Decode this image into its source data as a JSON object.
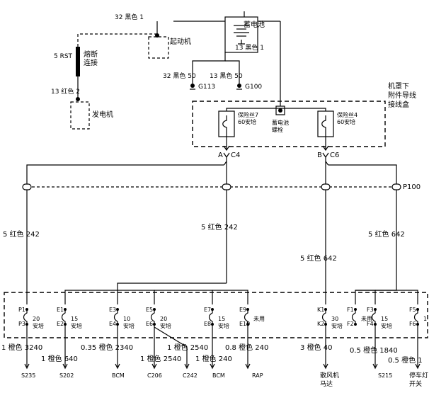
{
  "battery": {
    "title": "蓄电池",
    "top_wire": {
      "gauge": "32",
      "color": "黑色",
      "pin": "1"
    },
    "right_wire": {
      "gauge": "13",
      "color": "黑色",
      "pin": "1"
    }
  },
  "starter": {
    "title": "起动机"
  },
  "fusible_link": {
    "prefix": "5 RST",
    "line1": "熔断",
    "line2": "连接"
  },
  "generator": {
    "title": "发电机",
    "wire": {
      "gauge": "13",
      "color": "红色",
      "pin": "2"
    }
  },
  "grounds": [
    {
      "gauge": "32",
      "color": "黑色",
      "pin": "50",
      "label": "G113"
    },
    {
      "gauge": "13",
      "color": "黑色",
      "pin": "50",
      "label": "G100"
    }
  ],
  "underhood_box": {
    "title_lines": [
      "机罩下",
      "附件导线",
      "接线盒"
    ],
    "stud_lines": [
      "蓄电池",
      "螺栓"
    ],
    "fuse7": {
      "name": "保险丝7",
      "rating": "60安培"
    },
    "fuse4": {
      "name": "保险丝4",
      "rating": "60安培"
    }
  },
  "connectors": {
    "c4_pin": "A",
    "c4": "C4",
    "c6_pin": "B",
    "c6": "C6",
    "p100": "P100"
  },
  "feeds": [
    {
      "gauge": "5",
      "color": "红色",
      "circuit": "242"
    },
    {
      "gauge": "5",
      "color": "红色",
      "circuit": "242"
    },
    {
      "gauge": "5",
      "color": "红色",
      "circuit": "642"
    },
    {
      "gauge": "5",
      "color": "红色",
      "circuit": "642"
    }
  ],
  "fuse_block": {
    "fuses": [
      {
        "pins": [
          "P1",
          "P3"
        ],
        "rating": "20",
        "unit": "安培"
      },
      {
        "pins": [
          "E1",
          "E2"
        ],
        "rating": "15",
        "unit": "安培"
      },
      {
        "pins": [
          "E3",
          "E4"
        ],
        "rating": "10",
        "unit": "安培"
      },
      {
        "pins": [
          "E5",
          "E6"
        ],
        "rating": "20",
        "unit": "安培"
      },
      {
        "pins": [
          "E7",
          "E8"
        ],
        "rating": "15",
        "unit": "安培"
      },
      {
        "pins": [
          "E9",
          "E10"
        ],
        "rating": "未用",
        "unit": ""
      },
      {
        "pins": [
          "K1",
          "K2"
        ],
        "rating": "30",
        "unit": "安培"
      },
      {
        "pins": [
          "F1",
          "F2"
        ],
        "rating": "未用",
        "unit": ""
      },
      {
        "pins": [
          "F3",
          "F4"
        ],
        "rating": "15",
        "unit": "安培"
      },
      {
        "pins": [
          "F5",
          "F6"
        ],
        "rating": "1",
        "unit": ""
      }
    ]
  },
  "outputs": [
    {
      "gauge": "1",
      "color": "橙色",
      "circuit": "3240",
      "dest": "S235"
    },
    {
      "gauge": "1",
      "color": "橙色",
      "circuit": "640",
      "dest": "S202"
    },
    {
      "gauge": "0.35",
      "color": "橙色",
      "circuit": "2340",
      "dest": "BCM"
    },
    {
      "gauge": "1",
      "color": "橙色",
      "circuit": "2540",
      "dest": "C206"
    },
    {
      "gauge": "1",
      "color": "橙色",
      "circuit": "2540",
      "dest": "C242"
    },
    {
      "gauge": "1",
      "color": "橙色",
      "circuit": "240",
      "dest": "BCM"
    },
    {
      "gauge": "0.8",
      "color": "橙色",
      "circuit": "240",
      "dest": "RAP"
    },
    {
      "gauge": "3",
      "color": "橙色",
      "circuit": "40",
      "dest_lines": [
        "散风机",
        "马达"
      ]
    },
    {
      "gauge": "0.5",
      "color": "橙色",
      "circuit": "1840",
      "dest": "S215"
    },
    {
      "gauge": "0.5",
      "color": "橙色",
      "circuit": "1",
      "dest_lines": [
        "停车灯",
        "开关"
      ]
    }
  ]
}
